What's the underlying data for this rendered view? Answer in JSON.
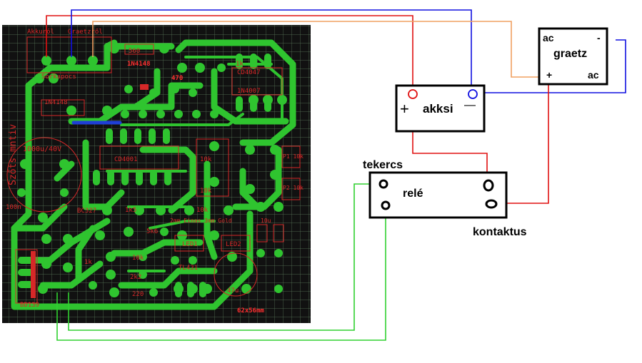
{
  "pcb": {
    "labels": {
      "akkurol": "Akkuról",
      "graetzrol": "Graetzről",
      "sorkapocs": "Sorkapocs",
      "d1": "1N4148",
      "d2": "1N4148",
      "d3": "1N4007",
      "r1": "560",
      "r2": "470",
      "r3": "1k",
      "r4": "10k",
      "r5": "10k",
      "r6": "1k5",
      "r7": "5k6",
      "r8": "10k",
      "r9": "10k",
      "r10": "2k2",
      "r11": "1k",
      "r12": "220",
      "cap_big": "1000u/40V",
      "cap2": "100n",
      "cap3": "47u",
      "cap4": "10u",
      "ic1": "CD4001",
      "ic2": "CD4047",
      "ic3": "TL431",
      "led1": "LED1",
      "led2": "LED2",
      "bc": "BC327",
      "bd": "BD139",
      "relay_text": "2mm Einas 3mm Gold",
      "p1": "P1 10k",
      "p2": "P2 10k",
      "sz": "62x56mm",
      "side": "Szőts mntiv"
    }
  },
  "blocks": {
    "graetz": {
      "ac_left": "ac",
      "title": "graetz",
      "ac_right": "ac",
      "minus": "-",
      "plus": "+"
    },
    "akksi": {
      "title": "akksi",
      "plus": "+",
      "minus": "—"
    },
    "rele": {
      "title": "relé",
      "tekercs": "tekercs",
      "kontaktus": "kontaktus"
    }
  },
  "colors": {
    "pcb_bg": "#111111",
    "grid": "#5f7f5f",
    "trace": "#2fc42f",
    "silk": "#d62828",
    "wire_red": "#e01010",
    "wire_blue": "#1010e0",
    "wire_orange": "#f0a060",
    "wire_green": "#30d030",
    "jumper": "#1f3fd6"
  }
}
